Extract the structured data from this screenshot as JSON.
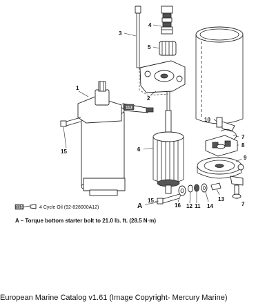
{
  "callouts": [
    "1",
    "2",
    "3",
    "4",
    "5",
    "6",
    "7",
    "7",
    "8",
    "9",
    "10",
    "11",
    "12",
    "13",
    "14",
    "15",
    "15",
    "16"
  ],
  "legend": {
    "box_label": "113",
    "text": "4 Cycle Oil (92-828000A12)"
  },
  "gel_tube_label": "113",
  "torque_note": {
    "letter": "A",
    "text": "A – Torque bottom starter bolt to 21.0 lb. ft. (28.5 N·m)"
  },
  "caption": "European Marine Catalog v1.61 (Image Copyright- Mercury Marine)"
}
